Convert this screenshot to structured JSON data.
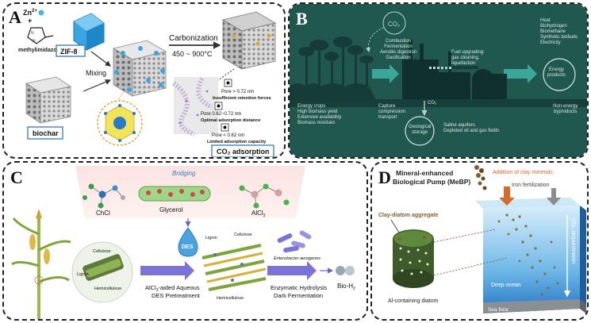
{
  "panels": {
    "a": {
      "letter": "A",
      "zn": "Zn",
      "zn_charge": "2+",
      "plus": "+",
      "ligand": "methylimidazole",
      "zif": "ZIF-8",
      "mixing": "Mixing",
      "biochar": "biochar",
      "carbonization": "Carbonization",
      "temp": "450 ~ 900°C",
      "pore1": "Pore > 0.72 nm",
      "pore1_note": "Insufficient retention forces",
      "pore2": "Pore 0.62~0.72 nm",
      "pore2_note": "Optimal adsorption distance",
      "pore3": "Pore < 0.62 nm",
      "pore3_note": "Limited adsorption capacity",
      "co2_ads": "CO₂ adsorption"
    },
    "b": {
      "letter": "B",
      "co2_bubble": "CO₂",
      "processes": [
        "Combustion",
        "Fermentation",
        "Aerobic digestion",
        "Gasification"
      ],
      "fuel": [
        "Fuel upgrading:",
        "gas cleaning,",
        "liquefaction"
      ],
      "outputs": [
        "Heat",
        "Biohydrogen",
        "Biomethane",
        "Synthetic biofuels",
        "Electricity"
      ],
      "energy_products": [
        "Energy",
        "products"
      ],
      "crops": [
        "Energy crops",
        "High biomass yield",
        "Extensive availability",
        "Biomass residues"
      ],
      "capture": [
        "Capture",
        "compression",
        "transport"
      ],
      "co2_small": "CO₂",
      "geo": [
        "Geological",
        "storage"
      ],
      "saline": [
        "Saline aquifers",
        "Depleted oil and gas fields"
      ],
      "nonenergy": [
        "Non-energy",
        "byproducts"
      ]
    },
    "c": {
      "letter": "C",
      "bridging": "Bridging",
      "chcl": "ChCl",
      "glycerol": "Glycerol",
      "alcl3": "AlCl",
      "alcl3_sub": "3",
      "cellulose": "Cellulose",
      "lignin": "Lignin",
      "hemicellulose": "Hemicellulose",
      "des": "DES",
      "pre1": "AlCl",
      "pre1_sub": "3",
      "pre1_rest": "-aided Aqueous",
      "pre2": "DES Pretreatment",
      "lignin2": "Lignin",
      "cellulose2": "Cellulose",
      "hemicellulose2": "Hemicellulose",
      "enterobacter": "Enterobacter aerogenes",
      "enz1": "Enzymatic Hydrolysis",
      "enz2": "Dark Fermentation",
      "bioh2": "Bio-H",
      "bioh2_sub": "2"
    },
    "d": {
      "letter": "D",
      "title1": "Mineral-enhanced",
      "title2": "Biological Pump (MeBP)",
      "clay": "Addition of clay minerals",
      "iron": "Iron fertilization",
      "aggregate": "Clay-diatom aggregate",
      "sequestration": "CO₂ sequestration",
      "deep": "Deep ocean",
      "diatom": "Al-containing diatom",
      "seafloor": "Sea floor"
    }
  },
  "colors": {
    "b_background": "#20584f",
    "b_text": "#d6e6e0",
    "c_flow_arrow": "#6b64c8",
    "d_orange": "#d9692a",
    "d_ocean": "#2f8fd6"
  }
}
